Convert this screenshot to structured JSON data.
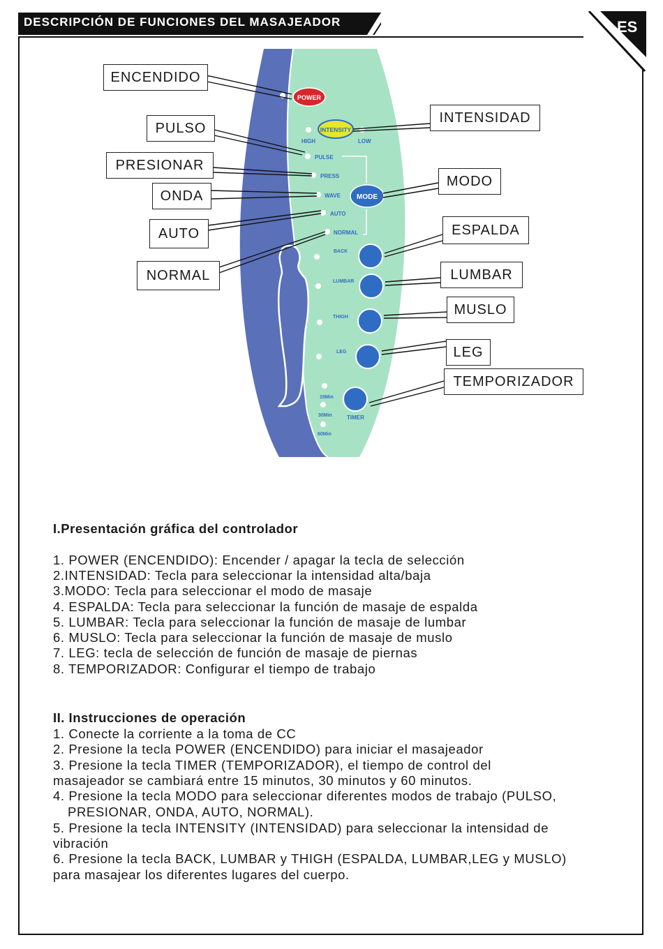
{
  "header": {
    "title": "DESCRIPCIÓN DE FUNCIONES DEL MASAJEADOR",
    "lang": "ES"
  },
  "callouts": {
    "encendido": "ENCENDIDO",
    "pulso": "PULSO",
    "presionar": "PRESIONAR",
    "onda": "ONDA",
    "auto": "AUTO",
    "normal": "NORMAL",
    "intensidad": "INTENSIDAD",
    "modo": "MODO",
    "espalda": "ESPALDA",
    "lumbar": "LUMBAR",
    "muslo": "MUSLO",
    "leg": "LEG",
    "temporizador": "TEMPORIZADOR"
  },
  "panel": {
    "power": "POWER",
    "intensity": "INTENSITY",
    "high": "HIGH",
    "low": "LOW",
    "pulse": "PULSE",
    "press": "PRESS",
    "wave": "WAVE",
    "auto": "AUTO",
    "normal": "NORMAL",
    "mode": "MODE",
    "back": "BACK",
    "lumbar": "LUMBAR",
    "thigh": "THIGH",
    "leg": "LEG",
    "min15": "15Min",
    "min30": "30Min",
    "min60": "60Min",
    "timer": "TIMER"
  },
  "colors": {
    "header": "#111111",
    "panel_green": "#a8e2c4",
    "panel_blue": "#5a70b8",
    "button_blue": "#2f6dc4",
    "power_red": "#d9262b",
    "intensity_yellow": "#e6e62a"
  },
  "section1": {
    "heading": "I.Presentación gráfica del controlador",
    "lines": [
      "1. POWER (ENCENDIDO): Encender / apagar la tecla de selección",
      "2.INTENSIDAD: Tecla para seleccionar la intensidad alta/baja",
      "3.MODO: Tecla para seleccionar el modo de masaje",
      "4. ESPALDA: Tecla para seleccionar la función de masaje de espalda",
      "5. LUMBAR: Tecla para seleccionar la función de masaje de lumbar",
      "6. MUSLO: Tecla para seleccionar la función de masaje de muslo",
      "7. LEG: tecla de selección de función de masaje de piernas",
      "8. TEMPORIZADOR: Configurar el tiempo de trabajo"
    ]
  },
  "section2": {
    "heading": "II. Instrucciones de operación",
    "lines": [
      "1. Conecte la corriente a la toma de CC",
      "2. Presione la tecla POWER (ENCENDIDO) para iniciar el masajeador",
      "3. Presione la tecla TIMER (TEMPORIZADOR), el tiempo de control del",
      "masajeador se cambiará entre 15 minutos, 30 minutos y 60 minutos.",
      "4. Presione la tecla MODO para seleccionar diferentes modos de trabajo (PULSO,",
      "PRESIONAR, ONDA, AUTO, NORMAL).",
      "5. Presione la tecla INTENSITY (INTENSIDAD) para seleccionar la intensidad de",
      "vibración",
      "6. Presione la tecla BACK, LUMBAR y THIGH (ESPALDA, LUMBAR,LEG y MUSLO)",
      "para masajear los diferentes lugares del cuerpo."
    ]
  }
}
